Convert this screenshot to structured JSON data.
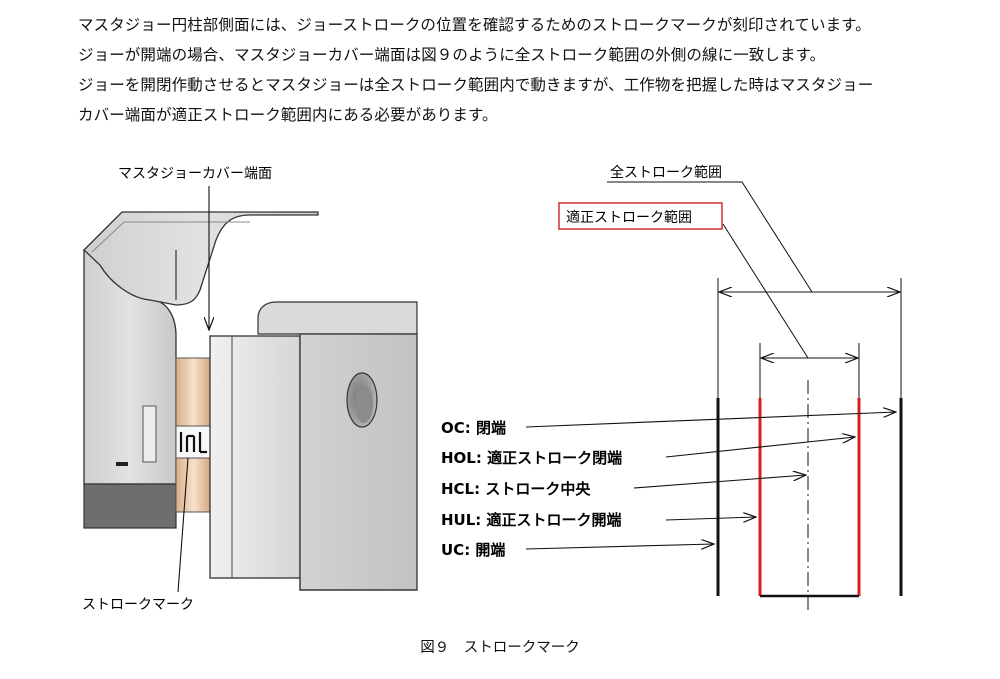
{
  "paragraph": [
    "マスタジョー円柱部側面には、ジョーストロークの位置を確認するためのストロークマークが刻印されています。",
    "ジョーが開端の場合、マスタジョーカバー端面は図９のように全ストローク範囲の外側の線に一致します。",
    "ジョーを開閉作動させるとマスタジョーは全ストローク範囲内で動きますが、工作物を把握した時はマスタジョー",
    "カバー端面が適正ストローク範囲内にある必要があります。"
  ],
  "left_figure": {
    "cover_end_label": "マスタジョーカバー端面",
    "stroke_mark_label": "ストロークマーク"
  },
  "right_figure": {
    "full_stroke_label": "全ストローク範囲",
    "proper_stroke_label": "適正ストローク範囲",
    "legend": [
      "OC: 閉端",
      "HOL: 適正ストローク閉端",
      "HCL: ストローク中央",
      "HUL: 適正ストローク開端",
      "UC: 開端"
    ]
  },
  "caption": "図９　ストロークマーク",
  "colors": {
    "accent_red": "#d42020",
    "line": "#111111"
  }
}
